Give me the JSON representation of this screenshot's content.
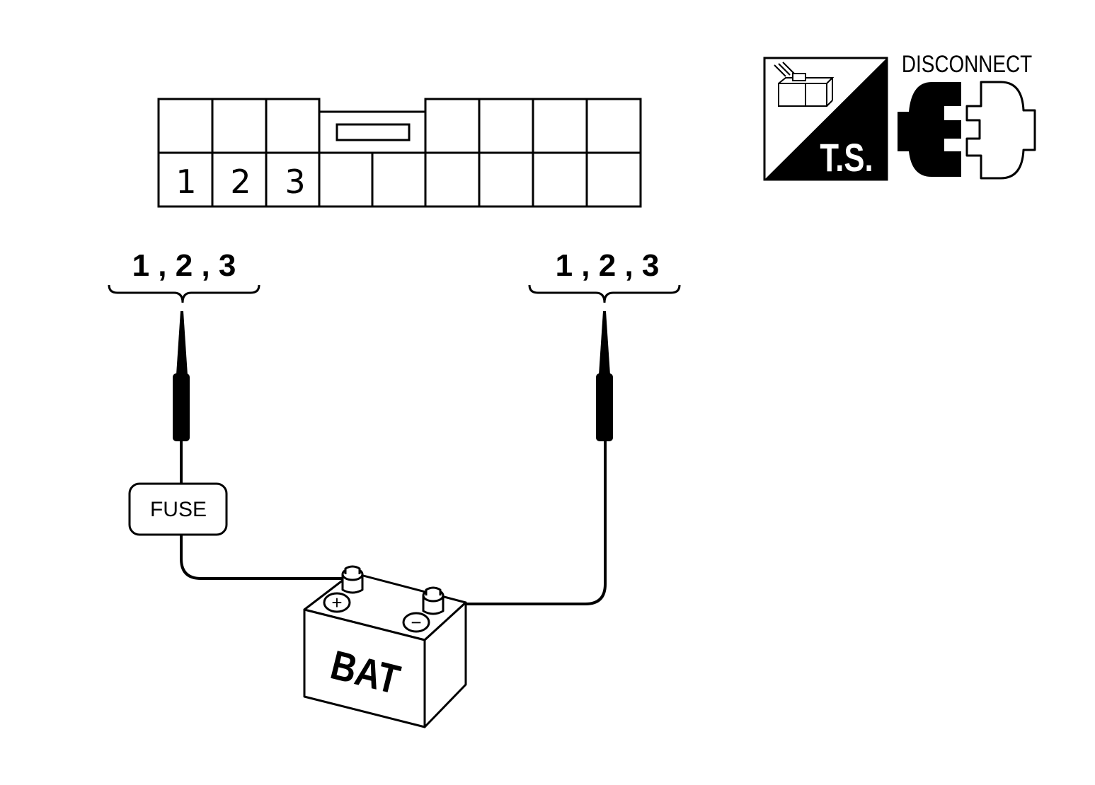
{
  "connector": {
    "top_row_left": [
      "",
      "",
      ""
    ],
    "top_row_right": [
      "",
      "",
      "",
      ""
    ],
    "pin_labels": [
      "1",
      "2",
      "3"
    ],
    "bottom_row_empty": [
      "",
      "",
      "",
      "",
      "",
      ""
    ]
  },
  "probe_left": {
    "label": "1 , 2 , 3"
  },
  "probe_right": {
    "label": "1 , 2 , 3"
  },
  "fuse": {
    "label": "FUSE"
  },
  "battery": {
    "label": "BAT",
    "positive_symbol": "+",
    "negative_symbol": "−"
  },
  "icons": {
    "test_symbol": "T.S.",
    "disconnect_label": "DISCONNECT"
  }
}
